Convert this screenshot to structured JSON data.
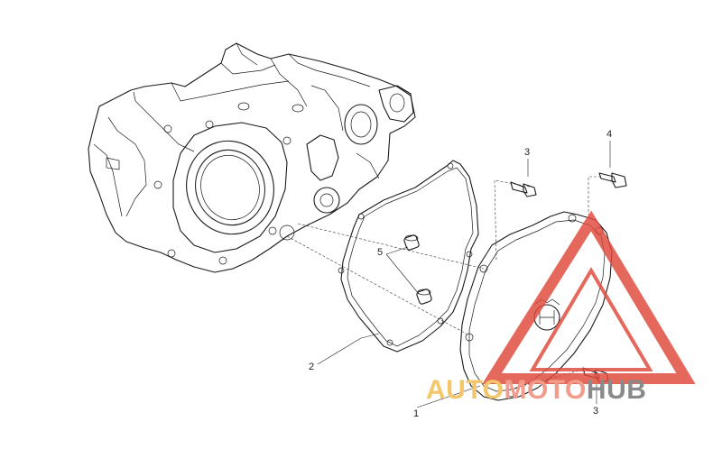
{
  "diagram": {
    "callouts": [
      {
        "id": "c1",
        "label": "1"
      },
      {
        "id": "c2",
        "label": "2"
      },
      {
        "id": "c3a",
        "label": "3"
      },
      {
        "id": "c3b",
        "label": "3"
      },
      {
        "id": "c4",
        "label": "4"
      },
      {
        "id": "c5",
        "label": "5"
      }
    ]
  },
  "watermark": {
    "part1": "AUTO",
    "part2": "MOTO",
    "part3": "HUB",
    "triangle_color": "#e0473a",
    "auto_color": "#f3c66a",
    "moto_color": "#f19c8a",
    "hub_color": "#8a8a8a"
  }
}
